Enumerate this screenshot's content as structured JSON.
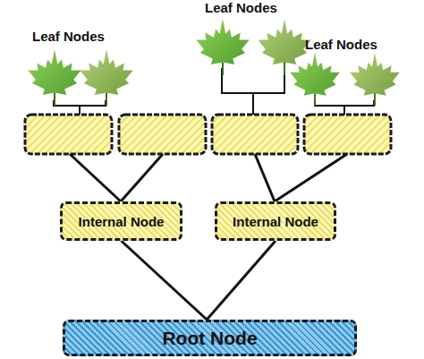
{
  "diagram": {
    "nodes": [
      {
        "text": [
          "Internal Node"
        ]
      },
      {
        "text": [
          "Internal Node"
        ]
      },
      {
        "text": [
          "Root Node"
        ]
      }
    ],
    "edges": [
      {
        "from": 2,
        "to": 0,
        "arrow": "none"
      },
      {
        "from": 2,
        "to": 1,
        "arrow": "none"
      }
    ],
    "labels": [
      "Leaf Nodes",
      "Leaf Nodes",
      "Leaf Nodes"
    ]
  }
}
